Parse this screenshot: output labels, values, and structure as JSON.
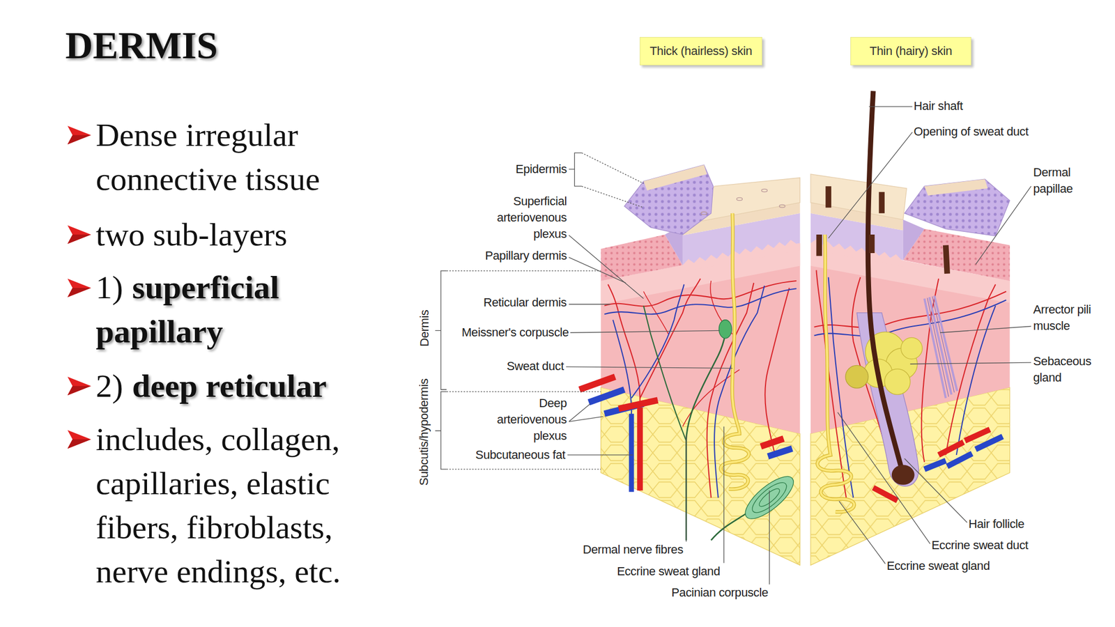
{
  "diagram": {
    "title": "DERMIS",
    "nodes": [
      {
        "text": [
          "Thick (hairless) skin"
        ]
      },
      {
        "text": [
          "Thin (hairy) skin"
        ]
      }
    ],
    "labels": [
      "Dense irregular connective tissue",
      "two sub-layers",
      "1)",
      "superficial papillary",
      "2)",
      "deep reticular",
      "includes, collagen, capillaries, elastic fibers, fibroblasts, nerve endings, etc.",
      "Hair shaft",
      "Opening of sweat duct",
      "Epidermis",
      "Dermal papillae",
      "Superficial arteriovenous plexus",
      "Papillary dermis",
      "Reticular dermis",
      "Dermis",
      "Arrector pili muscle",
      "Meissner's corpuscle",
      "Sweat duct",
      "Sebaceous gland",
      "Deep arteriovenous plexus",
      "Subcutis/hypodermis",
      "Subcutaneous fat",
      "Hair follicle",
      "Eccrine sweat duct",
      "Dermal nerve fibres",
      "Eccrine sweat gland",
      "Eccrine sweat gland",
      "Pacinian corpuscle"
    ]
  }
}
